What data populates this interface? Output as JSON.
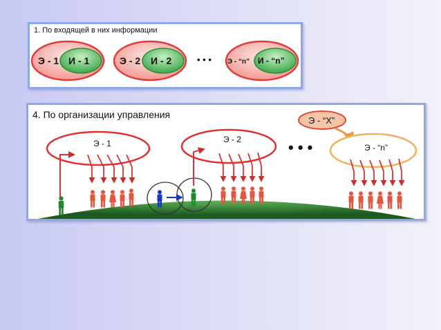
{
  "panel1": {
    "title": "1. По входящей в них информации",
    "pairs": [
      {
        "e": "Э - 1",
        "i": "И - 1"
      },
      {
        "e": "Э - 2",
        "i": "И - 2"
      },
      {
        "e": "Э - “n”",
        "i": "И - “n”"
      }
    ],
    "ellipsis": "• • •"
  },
  "panel2": {
    "title": "4. По организации управления",
    "groups": [
      {
        "label": "Э - 1"
      },
      {
        "label": "Э - 2"
      },
      {
        "label": "Э - “n”"
      }
    ],
    "external": "Э - “X”",
    "ellipsis": "• • •"
  },
  "colors": {
    "outer_red": "#e23a3a",
    "outer_fill": "#f4a6a0",
    "inner_green": "#3aa84a",
    "person_red": "#e4563e",
    "person_green": "#1f8a2a",
    "person_blue": "#1636c8",
    "ground": "#2f7a2f",
    "orange": "#f0a050"
  }
}
